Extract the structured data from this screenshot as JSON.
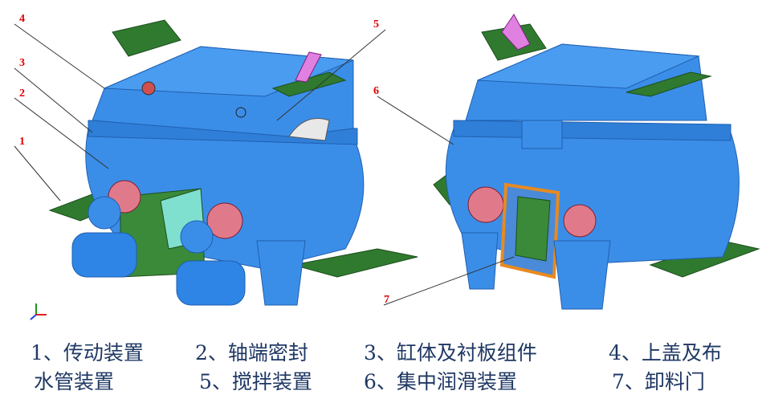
{
  "callouts": {
    "c1": "1",
    "c2": "2",
    "c3": "3",
    "c4": "4",
    "c5": "5",
    "c6": "6",
    "c7": "7"
  },
  "caption": {
    "line1": [
      "1、传动装置",
      "2、轴端密封",
      "3、缸体及衬板组件",
      "4、上盖及布"
    ],
    "line2": [
      "水管装置",
      "5、搅拌装置",
      "6、集中润滑装置",
      "7、卸料门"
    ]
  },
  "colors": {
    "body": "#3b8ee8",
    "dark": "#1f5fb0",
    "green": "#3a8a3a",
    "pink": "#e07a8a",
    "orange": "#e88a20",
    "caption": "#1f3864",
    "callout": "#e00000"
  }
}
